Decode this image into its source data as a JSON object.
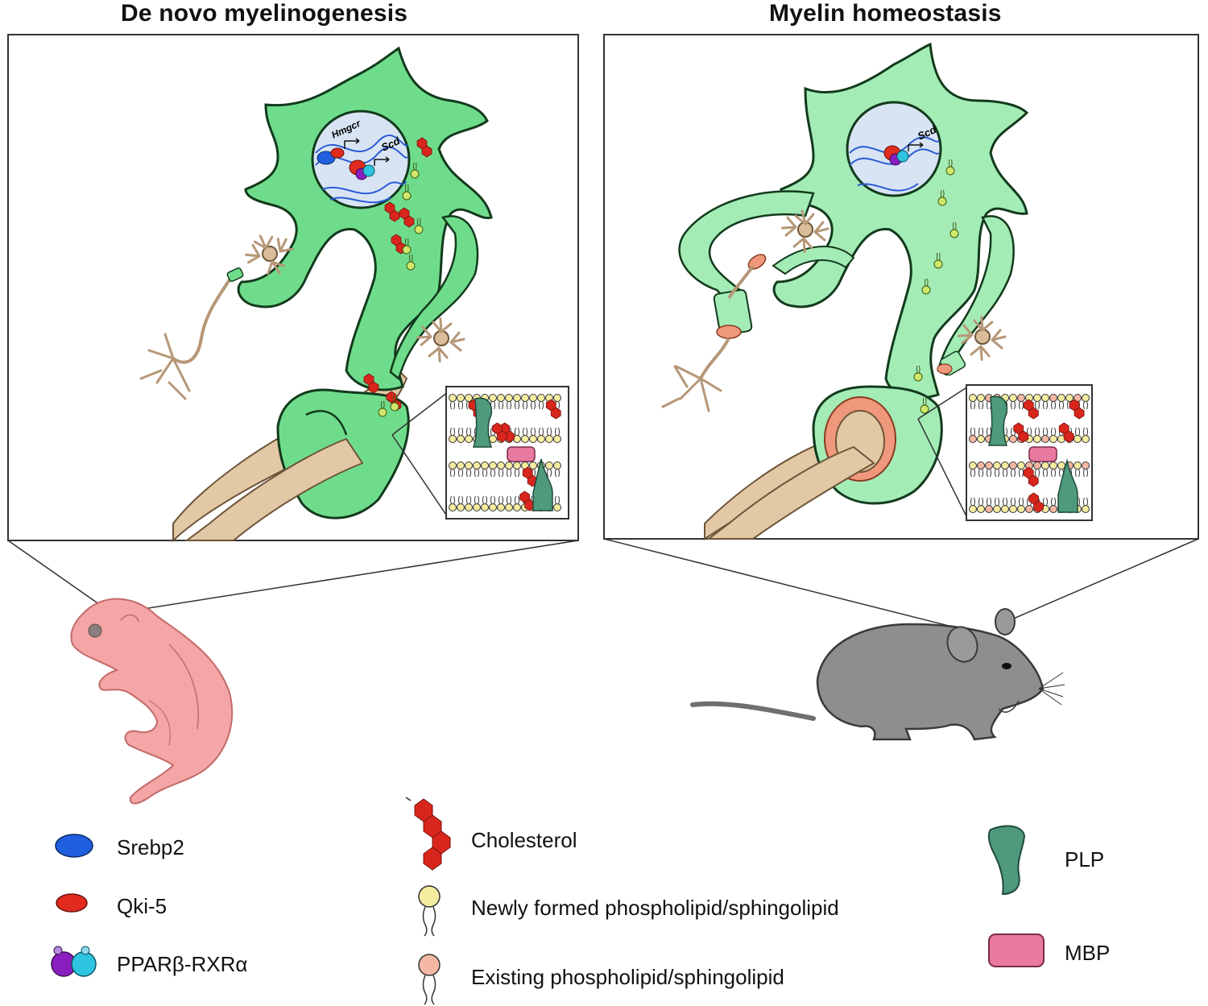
{
  "panels": {
    "left": {
      "title": "De novo myelinogenesis",
      "genes": [
        "Hmgcr",
        "Scd"
      ]
    },
    "right": {
      "title": "Myelin homeostasis",
      "genes": [
        "Scd"
      ]
    }
  },
  "legend": {
    "srebp2": "Srebp2",
    "qki5": "Qki-5",
    "ppar": "PPARβ-RXRα",
    "cholesterol": "Cholesterol",
    "newly": "Newly formed phospholipid/sphingolipid",
    "existing": "Existing phospholipid/sphingolipid",
    "plp": "PLP",
    "mbp": "MBP"
  },
  "colors": {
    "cell_green": "#6fdc8c",
    "cell_green_light": "#a4ecb6",
    "axon_tan": "#e2c8a4",
    "myelin_salmon": "#f0987c",
    "srebp2_blue": "#1f5fe0",
    "qki5_red": "#e02b1e",
    "ppar_purple": "#8a1fc0",
    "rxr_cyan": "#2ec4e0",
    "cholesterol_red": "#d8261c",
    "newly_yellow": "#f5eca0",
    "existing_pink": "#f5b8a4",
    "plp_green": "#4f9a7c",
    "mbp_pink": "#e87aa0",
    "pup_pink": "#f4a5a5",
    "mouse_gray": "#8e8e8e"
  }
}
